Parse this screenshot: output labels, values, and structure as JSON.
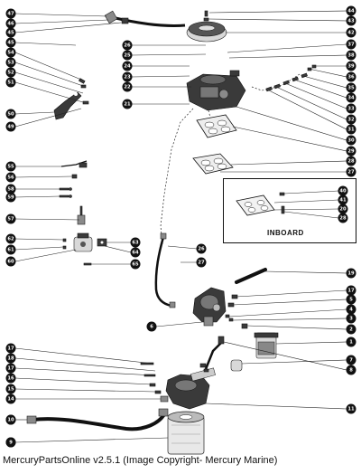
{
  "diagram": {
    "inset_label": "INBOARD",
    "caption": "MercuryPartsOnline v2.5.1 (Image Copyright- Mercury Marine)",
    "callouts": [
      "47",
      "46",
      "45",
      "45",
      "54",
      "53",
      "52",
      "51",
      "50",
      "49",
      "55",
      "56",
      "58",
      "59",
      "57",
      "62",
      "61",
      "60",
      "63",
      "64",
      "65",
      "44",
      "43",
      "42",
      "37",
      "38",
      "39",
      "36",
      "35",
      "34",
      "33",
      "32",
      "31",
      "30",
      "29",
      "28",
      "27",
      "26",
      "25",
      "24",
      "23",
      "22",
      "21",
      "40",
      "41",
      "20",
      "28",
      "26",
      "27",
      "19",
      "17",
      "5",
      "4",
      "3",
      "2",
      "1",
      "6",
      "7",
      "8",
      "17",
      "18",
      "17",
      "16",
      "15",
      "14",
      "13",
      "12",
      "11",
      "10",
      "9",
      "12",
      "13"
    ]
  }
}
